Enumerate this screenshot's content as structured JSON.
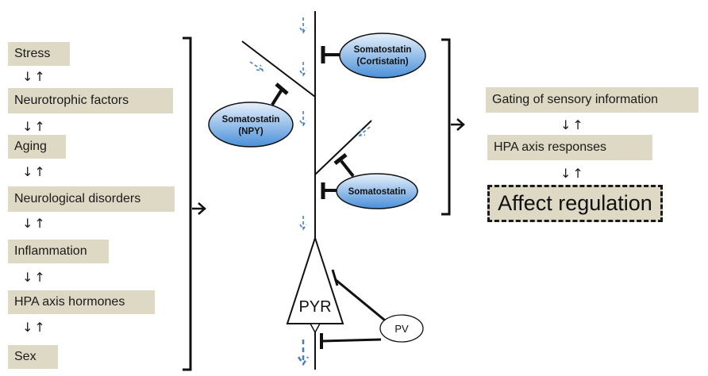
{
  "factors": [
    {
      "label": "Stress"
    },
    {
      "label": "Neurotrophic factors"
    },
    {
      "label": "Aging"
    },
    {
      "label": "Neurological disorders"
    },
    {
      "label": "Inflammation"
    },
    {
      "label": "HPA axis hormones"
    },
    {
      "label": "Sex"
    }
  ],
  "updown": "↓↑",
  "outcomes": [
    {
      "label": "Gating of sensory information"
    },
    {
      "label": "HPA axis responses"
    }
  ],
  "affect": "Affect regulation",
  "cells": {
    "sst_cortistatin": {
      "line1": "Somatostatin",
      "line2": "(Cortistatin)"
    },
    "sst_npy": {
      "line1": "Somatostatin",
      "line2": "(NPY)"
    },
    "sst": {
      "line1": "Somatostatin"
    },
    "pyr": "PYR",
    "pv": "PV"
  },
  "colors": {
    "box_fill": "#ddd9c4",
    "ellipse_top": "#e8f1fb",
    "ellipse_bottom": "#4a90d9",
    "blue_arrow": "#4a7fc4"
  }
}
